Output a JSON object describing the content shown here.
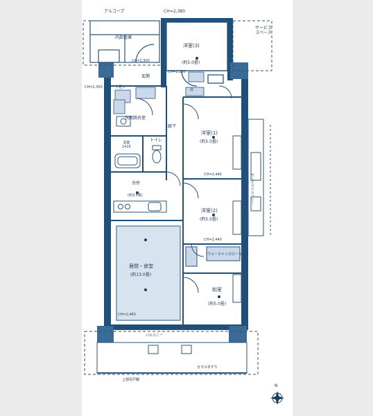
{
  "colors": {
    "wall": "#20507a",
    "pillar": "#3a6b96",
    "line": "#2a5478",
    "ink": "#1d3a5a",
    "tile": "#c9d9ea",
    "living_fill": "#d6e4ef"
  },
  "top": {
    "ceiling_left": "アルコーブ",
    "ceiling_mid": "CH=2,380",
    "service_space": "サービス\nスペース",
    "storage_left": "内部倉庫"
  },
  "rooms": {
    "western3": {
      "name": "洋室(3)",
      "size": "(約5.0畳)"
    },
    "western1": {
      "name": "洋室(1)",
      "size": "(約5.0畳)"
    },
    "western2": {
      "name": "洋室(2)",
      "size": "(約5.0畳)"
    },
    "living": {
      "name": "居間・食堂",
      "size": "(約13.0畳)"
    },
    "japanese": {
      "name": "和室",
      "size": "(約5.0畳)"
    },
    "kitchen": {
      "name": "台所",
      "size": "(約3.4畳)"
    }
  },
  "labels": {
    "entrance": "玄関",
    "shoebox": "下足入",
    "wash": "洗面脱衣室",
    "bath": "浴室\n1416",
    "toilet": "トイレ",
    "hallway": "廊下",
    "storage": "収",
    "walkin": "ウォークインクローゼット",
    "balcony": "バルコニー",
    "service_balcony": "サービスバルコニー",
    "ch_west1": "CH=2,440",
    "ch_living": "CH=2,460",
    "ch_hall": "CH=2,230",
    "ch_west2": "CH=2,440",
    "ch_entr": "CH=2,300",
    "ch_left": "CH=2,300",
    "balcony_note": "上部吊戸棚",
    "bottom_note": "ガラス手すり"
  },
  "compass": {
    "north": "N"
  }
}
